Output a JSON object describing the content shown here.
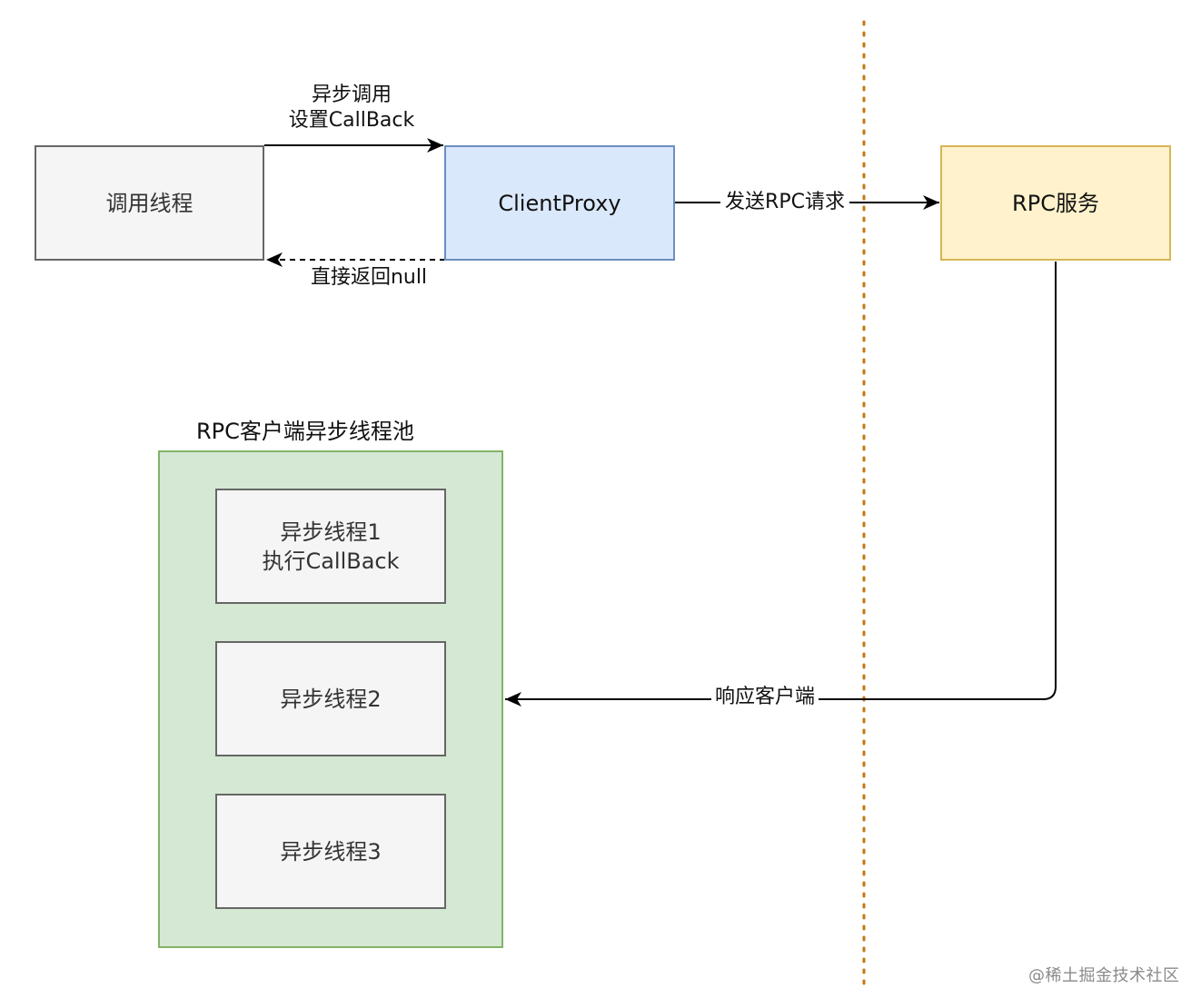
{
  "nodes": {
    "caller_thread": {
      "label": "调用线程"
    },
    "client_proxy": {
      "label": "ClientProxy"
    },
    "rpc_service": {
      "label": "RPC服务"
    },
    "thread_pool": {
      "label": "RPC客户端异步线程池"
    },
    "async_thread_1": {
      "label": "异步线程1\n执行CallBack"
    },
    "async_thread_2": {
      "label": "异步线程2"
    },
    "async_thread_3": {
      "label": "异步线程3"
    }
  },
  "edges": {
    "async_call": {
      "label": "异步调用\n设置CallBack",
      "style": "solid"
    },
    "return_null": {
      "label": "直接返回null",
      "style": "dashed"
    },
    "send_request": {
      "label": "发送RPC请求",
      "style": "solid"
    },
    "respond_client": {
      "label": "响应客户端",
      "style": "solid"
    }
  },
  "watermark": "@稀土掘金技术社区",
  "colors": {
    "gray_fill": "#f5f5f5",
    "gray_stroke": "#666666",
    "blue_fill": "#dae8fc",
    "blue_stroke": "#6c8ebf",
    "yellow_fill": "#fff2cc",
    "yellow_stroke": "#d6b656",
    "green_fill": "#d5e8d4",
    "green_stroke": "#82b366",
    "divider": "#c8750a"
  }
}
